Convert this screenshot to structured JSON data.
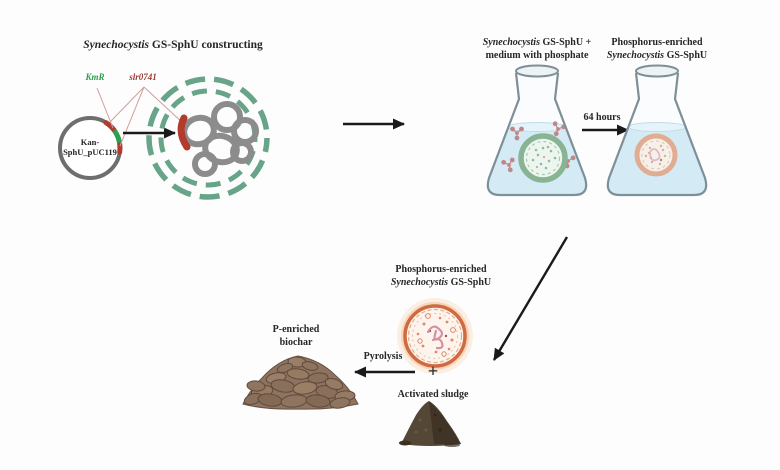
{
  "construction": {
    "title_italic": "Synechocystis",
    "title_rest": " GS-SphU constructing",
    "plasmid_line1": "Kan-",
    "plasmid_line2": "SphU_pUC119",
    "kmr_label": "KmR",
    "slr_label": "slr0741"
  },
  "cultivation": {
    "flask1_line1_italic": "Synechocystis",
    "flask1_line1_rest": " GS-SphU +",
    "flask1_line2": "medium with phosphate",
    "flask2_line1": "Phosphorus-enriched",
    "flask2_line2_italic": "Synechocystis",
    "flask2_line2_rest": " GS-SphU",
    "duration_label": "64 hours"
  },
  "conversion": {
    "cell_line1": "Phosphorus-enriched",
    "cell_line2_italic": "Synechocystis",
    "cell_line2_rest": " GS-SphU",
    "plus_sign": "+",
    "sludge_label": "Activated sludge",
    "pyrolysis_label": "Pyrolysis",
    "biochar_line1": "P-enriched",
    "biochar_line2": "biochar"
  },
  "colors": {
    "text_dark": "#262626",
    "arrow_black": "#1a1a1a",
    "membrane_green": "#67a488",
    "chromosome_gray": "#8c8c8c",
    "insert_red": "#b23a2e",
    "kmr_green": "#2f9e4f",
    "slr_red": "#9e3b33",
    "connector_pink": "#cf9f9f",
    "liquid_blue": "#c3e4f3",
    "cell_green": "#4f8f5c",
    "cell_orange": "#d8845a",
    "cell_orange_deep": "#cf6a41",
    "phosphate_red": "#a64b4b",
    "biochar_brown": "#8d7360",
    "sludge_dark": "#554736"
  }
}
